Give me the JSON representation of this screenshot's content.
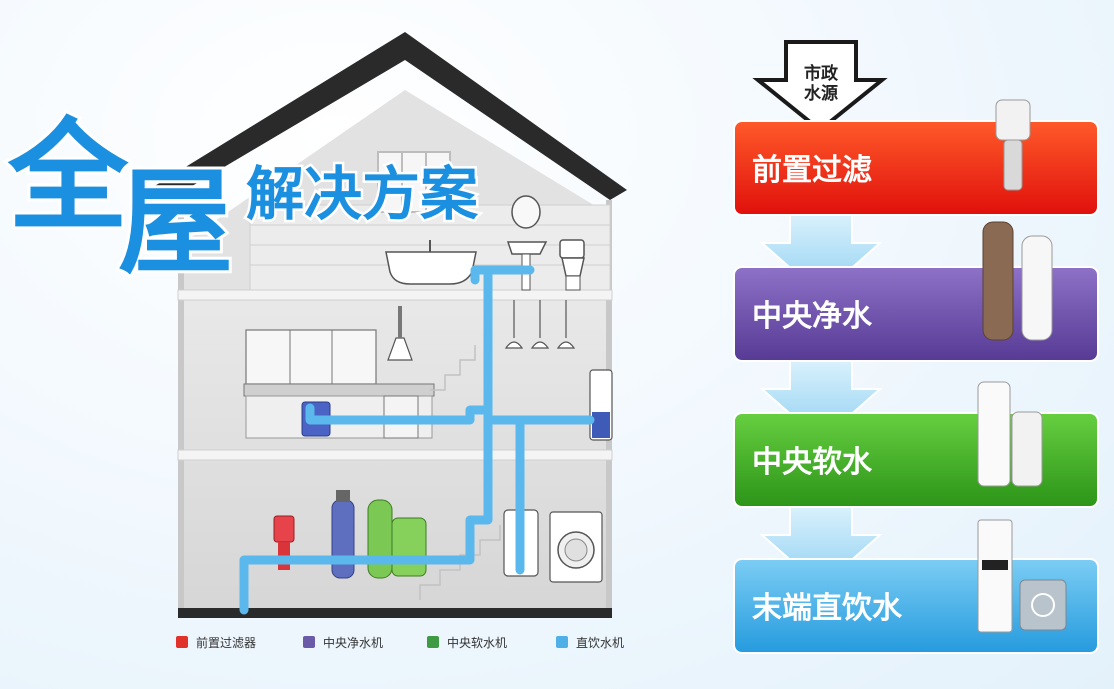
{
  "title": {
    "char1": "全",
    "char2": "屋",
    "rest": "解决方案"
  },
  "source": {
    "line1": "市政",
    "line2": "水源"
  },
  "stages": [
    {
      "label": "前置过滤",
      "color_top": "#ff3b1f",
      "color_bottom": "#e0100c"
    },
    {
      "label": "中央净水",
      "color_top": "#8a6cc4",
      "color_bottom": "#5a3d98"
    },
    {
      "label": "中央软水",
      "color_top": "#5fc93c",
      "color_bottom": "#2f9a1a"
    },
    {
      "label": "末端直饮水",
      "color_top": "#6fc6f2",
      "color_bottom": "#2a9fe0"
    }
  ],
  "legend": [
    {
      "label": "前置过滤器",
      "color": "#e0322a"
    },
    {
      "label": "中央净水机",
      "color": "#6a5aa8"
    },
    {
      "label": "中央软水机",
      "color": "#3f9a44"
    },
    {
      "label": "直饮水机",
      "color": "#4fb0e8"
    }
  ],
  "pipe_color": "#5ab8ec"
}
